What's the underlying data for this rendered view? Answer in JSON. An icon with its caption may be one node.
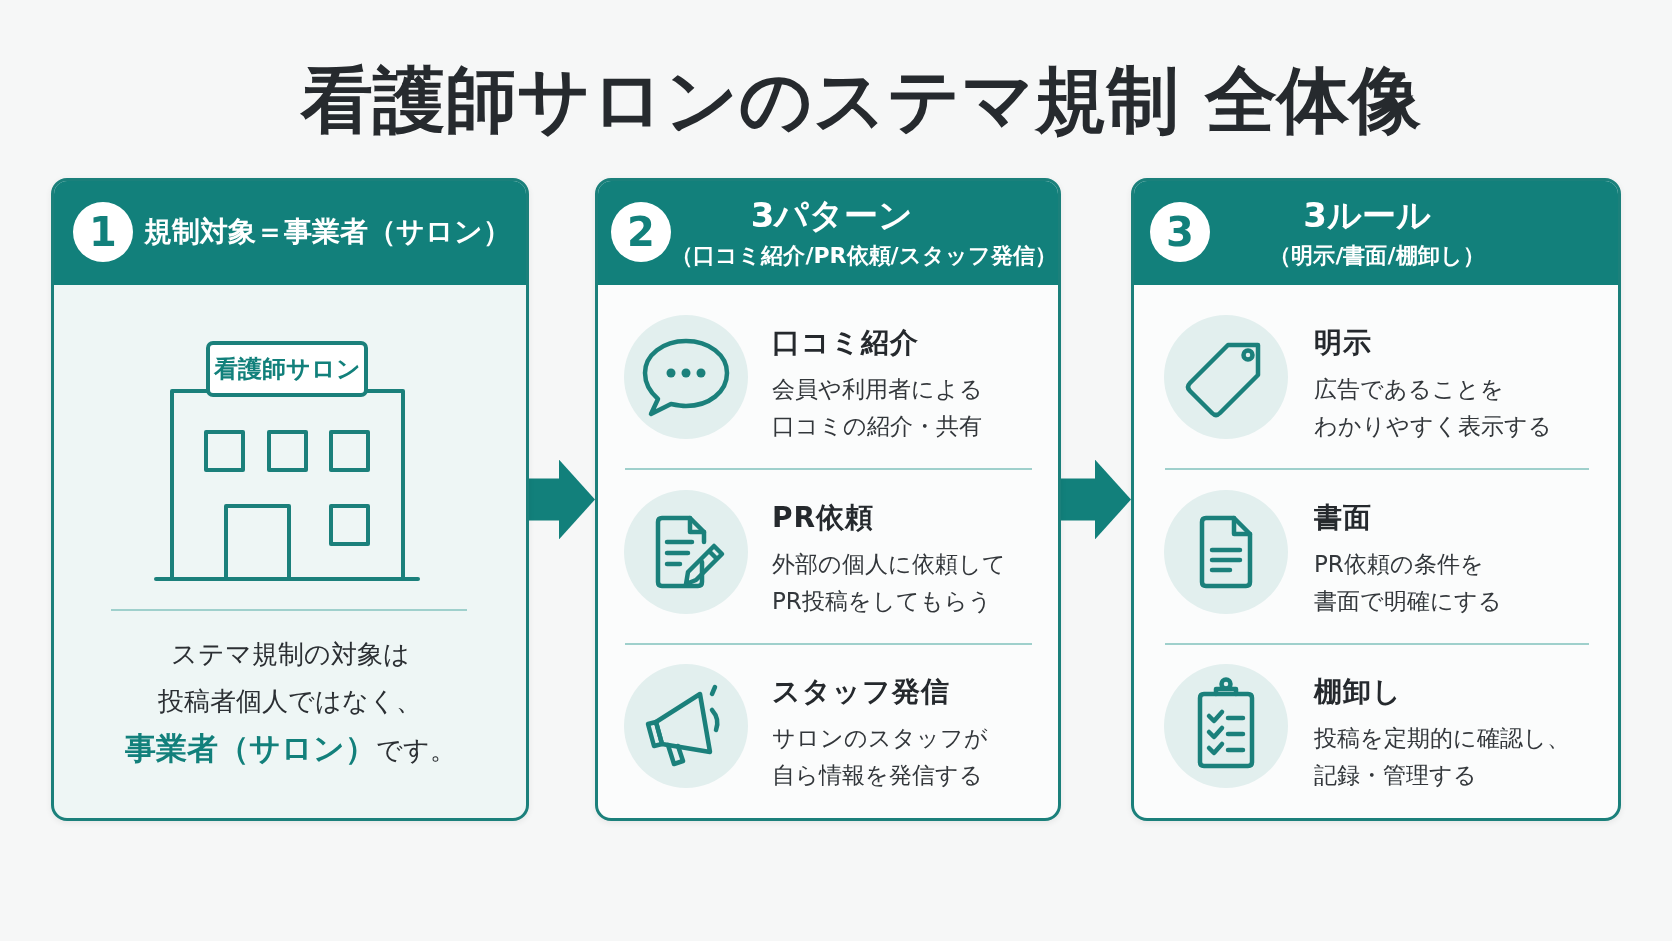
{
  "diagram": {
    "title": "看護師サロンのステマ規制 全体像",
    "nodes": [
      {
        "text": [
          "規制対象＝事業者（サロン）",
          "ステマ規制の対象は投稿者個人ではなく、**事業者（サロン）**です。"
        ]
      },
      {
        "text": [
          "1"
        ],
        "in": 0
      },
      {
        "text": [
          "看護師サロン"
        ],
        "in": 0
      },
      {
        "text": [
          "3パターン",
          "（口コミ紹介/PR依頼/スタッフ発信）"
        ]
      },
      {
        "text": [
          "2"
        ],
        "in": 3
      },
      {
        "text": [
          "口コミ紹介",
          "会員や利用者による口コミの紹介・共有"
        ],
        "in": 3
      },
      {
        "text": [
          "PR依頼",
          "外部の個人に依頼してPR投稿をしてもらう"
        ],
        "in": 3
      },
      {
        "text": [
          "スタッフ発信",
          "サロンのスタッフが自ら情報を発信する"
        ],
        "in": 3
      },
      {
        "text": [
          "3ルール",
          "（明示/書面/棚卸し）"
        ]
      },
      {
        "text": [
          "3"
        ],
        "in": 8
      },
      {
        "text": [
          "明示",
          "広告であることをわかりやすく表示する"
        ],
        "in": 8
      },
      {
        "text": [
          "書面",
          "PR依頼の条件を書面で明確にする"
        ],
        "in": 8
      },
      {
        "text": [
          "棚卸し",
          "投稿を定期的に確認し、記録・管理する"
        ],
        "in": 8
      }
    ],
    "edges": [
      {
        "from": 0,
        "to": 3,
        "arrow": "to"
      },
      {
        "from": 3,
        "to": 8,
        "arrow": "to"
      }
    ]
  }
}
